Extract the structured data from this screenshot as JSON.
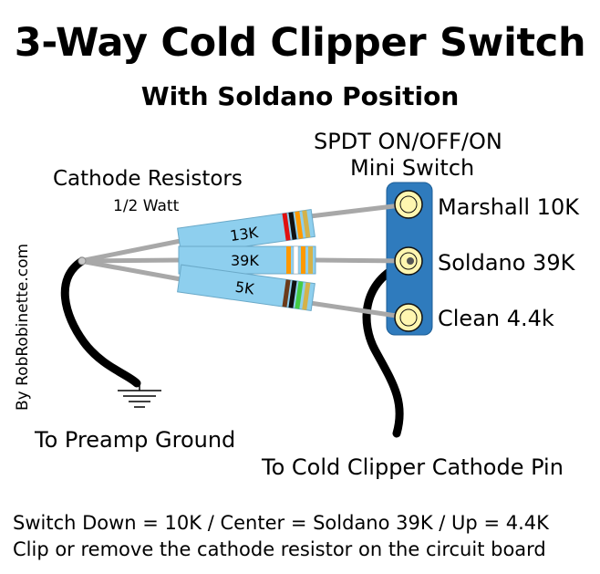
{
  "title": "3-Way Cold Clipper Switch",
  "subtitle": "With Soldano Position",
  "switch": {
    "label_line1": "SPDT ON/OFF/ON",
    "label_line2": "Mini Switch",
    "positions": [
      {
        "label": "Marshall 10K"
      },
      {
        "label": "Soldano 39K"
      },
      {
        "label": "Clean 4.4k"
      }
    ]
  },
  "resistors": {
    "label": "Cathode Resistors",
    "rating": "1/2 Watt",
    "items": [
      {
        "value": "13K",
        "bands": [
          "#e01010",
          "#111111",
          "#ff9900",
          "#d4b24a"
        ]
      },
      {
        "value": "39K",
        "bands": [
          "#ff9900",
          "#ffffff",
          "#ff9900",
          "#d4b24a"
        ]
      },
      {
        "value": "5K",
        "bands": [
          "#6b3a1a",
          "#111111",
          "#44cc44",
          "#d4b24a"
        ]
      }
    ]
  },
  "ground_label": "To Preamp Ground",
  "cathode_label": "To Cold Clipper Cathode Pin",
  "notes": [
    "Switch Down = 10K / Center = Soldano 39K / Up = 4.4K",
    "Clip or remove the cathode resistor on the circuit board"
  ],
  "credit": "By RobRobinette.com",
  "colors": {
    "resistor_body": "#8ecfee",
    "switch_body": "#2f7bbd",
    "lug": "#fff6b0",
    "lead": "#bfbfbf"
  }
}
